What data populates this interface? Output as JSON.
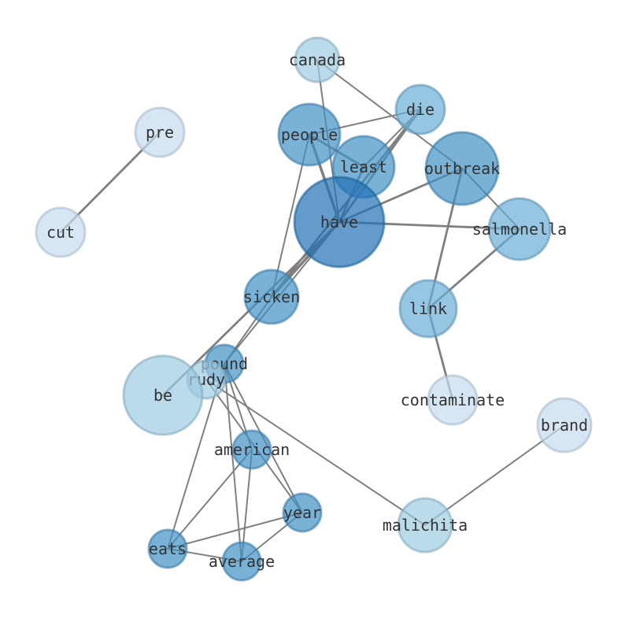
{
  "graph": {
    "type": "network",
    "nodes": [
      {
        "id": "canada",
        "label": "canada",
        "fill": "#9ecae1"
      },
      {
        "id": "die",
        "label": "die",
        "fill": "#6baed6"
      },
      {
        "id": "pre",
        "label": "pre",
        "fill": "#c6dbef"
      },
      {
        "id": "people",
        "label": "people",
        "fill": "#4292c6"
      },
      {
        "id": "least",
        "label": "least",
        "fill": "#4292c6"
      },
      {
        "id": "outbreak",
        "label": "outbreak",
        "fill": "#4292c6"
      },
      {
        "id": "have",
        "label": "have",
        "fill": "#2171b5"
      },
      {
        "id": "cut",
        "label": "cut",
        "fill": "#c6dbef"
      },
      {
        "id": "salmonella",
        "label": "salmonella",
        "fill": "#6baed6"
      },
      {
        "id": "sicken",
        "label": "sicken",
        "fill": "#4292c6"
      },
      {
        "id": "link",
        "label": "link",
        "fill": "#6baed6"
      },
      {
        "id": "pound",
        "label": "pound",
        "fill": "#4292c6"
      },
      {
        "id": "rudy",
        "label": "rudy",
        "fill": "#9ecae1"
      },
      {
        "id": "be",
        "label": "be",
        "fill": "#9ecae1"
      },
      {
        "id": "contaminate",
        "label": "contaminate",
        "fill": "#c6dbef"
      },
      {
        "id": "brand",
        "label": "brand",
        "fill": "#c6dbef"
      },
      {
        "id": "american",
        "label": "american",
        "fill": "#4292c6"
      },
      {
        "id": "year",
        "label": "year",
        "fill": "#4292c6"
      },
      {
        "id": "malichita",
        "label": "malichita",
        "fill": "#9ecae1"
      },
      {
        "id": "eats",
        "label": "eats",
        "fill": "#4292c6"
      },
      {
        "id": "average",
        "label": "average",
        "fill": "#4292c6"
      }
    ],
    "edges": [
      {
        "source": "pre",
        "target": "cut",
        "weight": 2
      },
      {
        "source": "canada",
        "target": "have",
        "weight": 1
      },
      {
        "source": "canada",
        "target": "outbreak",
        "weight": 1
      },
      {
        "source": "die",
        "target": "people",
        "weight": 1
      },
      {
        "source": "die",
        "target": "least",
        "weight": 1
      },
      {
        "source": "die",
        "target": "have",
        "weight": 2
      },
      {
        "source": "die",
        "target": "sicken",
        "weight": 2
      },
      {
        "source": "people",
        "target": "least",
        "weight": 2
      },
      {
        "source": "people",
        "target": "have",
        "weight": 3
      },
      {
        "source": "people",
        "target": "sicken",
        "weight": 1
      },
      {
        "source": "least",
        "target": "have",
        "weight": 2
      },
      {
        "source": "outbreak",
        "target": "have",
        "weight": 2
      },
      {
        "source": "outbreak",
        "target": "salmonella",
        "weight": 1
      },
      {
        "source": "outbreak",
        "target": "link",
        "weight": 2
      },
      {
        "source": "have",
        "target": "salmonella",
        "weight": 2
      },
      {
        "source": "have",
        "target": "sicken",
        "weight": 3
      },
      {
        "source": "have",
        "target": "be",
        "weight": 2
      },
      {
        "source": "have",
        "target": "pound",
        "weight": 1
      },
      {
        "source": "salmonella",
        "target": "link",
        "weight": 2
      },
      {
        "source": "link",
        "target": "contaminate",
        "weight": 2
      },
      {
        "source": "sicken",
        "target": "pound",
        "weight": 1
      },
      {
        "source": "pound",
        "target": "american",
        "weight": 1
      },
      {
        "source": "pound",
        "target": "year",
        "weight": 1
      },
      {
        "source": "pound",
        "target": "average",
        "weight": 1
      },
      {
        "source": "pound",
        "target": "eats",
        "weight": 1
      },
      {
        "source": "rudy",
        "target": "malichita",
        "weight": 1
      },
      {
        "source": "rudy",
        "target": "year",
        "weight": 1
      },
      {
        "source": "malichita",
        "target": "brand",
        "weight": 1
      },
      {
        "source": "american",
        "target": "eats",
        "weight": 1
      },
      {
        "source": "american",
        "target": "average",
        "weight": 1
      },
      {
        "source": "year",
        "target": "eats",
        "weight": 1
      },
      {
        "source": "year",
        "target": "average",
        "weight": 1
      },
      {
        "source": "eats",
        "target": "average",
        "weight": 1
      }
    ]
  }
}
